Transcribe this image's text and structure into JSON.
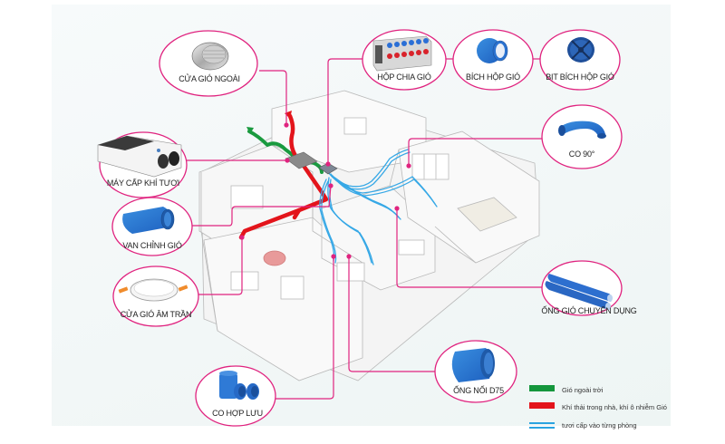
{
  "diagram": {
    "title": "Hệ thống cấp khí tươi",
    "accent_color": "#e0237f",
    "components": [
      {
        "id": "cua-gio-ngoai",
        "label": "CỬA GIÓ NGOÀI"
      },
      {
        "id": "hop-chia-gio",
        "label": "HỘP CHIA GIÓ"
      },
      {
        "id": "bich-hop-gio",
        "label": "BÍCH HỘP GIÓ"
      },
      {
        "id": "bit-bich-hop-gio",
        "label": "BỊT BÍCH HỘP GIÓ"
      },
      {
        "id": "co-90",
        "label": "CO 90°"
      },
      {
        "id": "may-cap-khi-tuoi",
        "label": "MÁY CẤP KHÍ TƯƠI"
      },
      {
        "id": "van-chinh-gio",
        "label": "VAN CHỈNH GIÓ"
      },
      {
        "id": "cua-gio-am-tran",
        "label": "CỬA GIÓ ÂM TRẦN"
      },
      {
        "id": "ong-gio-chuyen-dung",
        "label": "ỐNG GIÓ CHUYÊN DỤNG"
      },
      {
        "id": "ong-noi-d75",
        "label": "ỐNG NỐI D75"
      },
      {
        "id": "co-hop-luu",
        "label": "CO HỢP LƯU"
      }
    ],
    "legend": [
      {
        "label": "Gió ngoài trời",
        "color": "#14963c",
        "style": "solid"
      },
      {
        "label": "Khí thải trong nhà, khí ô nhiễm Gió",
        "color": "#e3141b",
        "style": "solid"
      },
      {
        "label": "tươi cấp vào từng phòng",
        "color": "#2aa3e0",
        "style": "double-line"
      }
    ]
  }
}
